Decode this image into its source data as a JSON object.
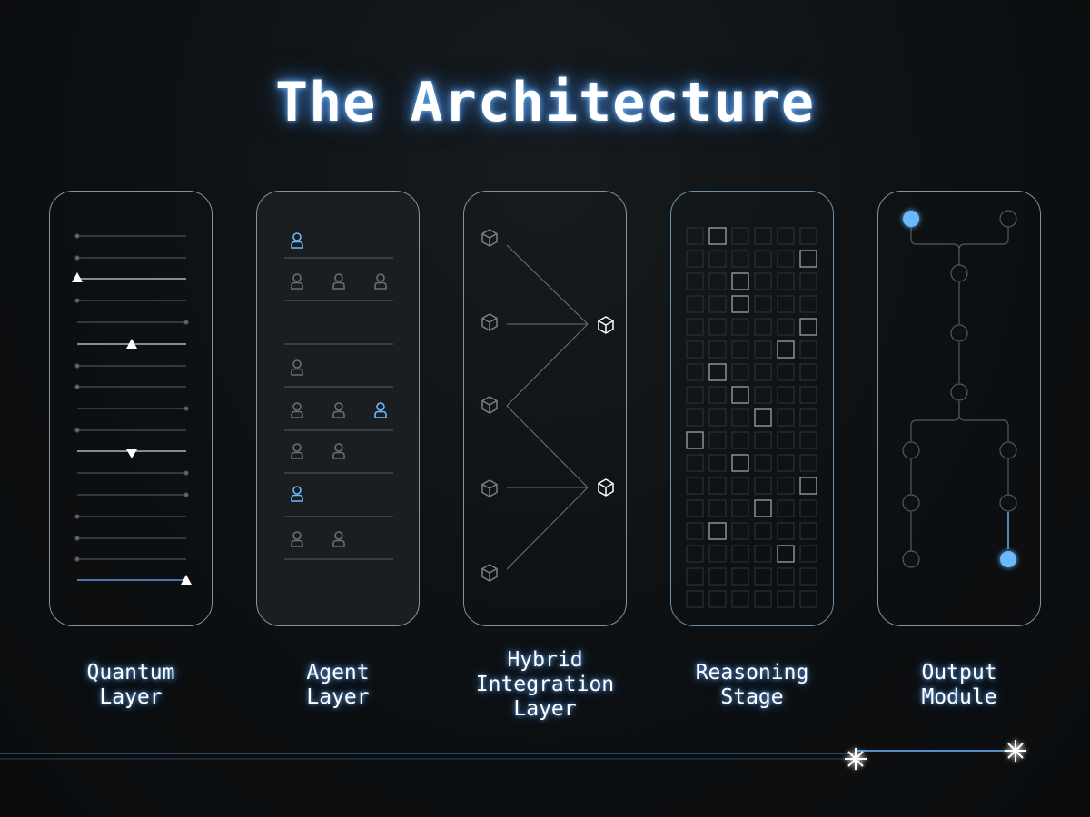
{
  "title": "The Architecture",
  "colors": {
    "accent": "#6cb8ff",
    "glow": "#4aa3ff",
    "card_border": "#8a9096",
    "line": "#55595e"
  },
  "columns": [
    {
      "label_lines": [
        "Quantum",
        "Layer"
      ]
    },
    {
      "label_lines": [
        "Agent",
        "Layer"
      ]
    },
    {
      "label_lines": [
        "Hybrid",
        "Integration",
        "Layer"
      ]
    },
    {
      "label_lines": [
        "Reasoning",
        "Stage"
      ]
    },
    {
      "label_lines": [
        "Output",
        "Module"
      ]
    }
  ],
  "icons": {
    "agent": "person-icon",
    "hybrid": "cube-icon",
    "footer": "sparkle-icon"
  }
}
